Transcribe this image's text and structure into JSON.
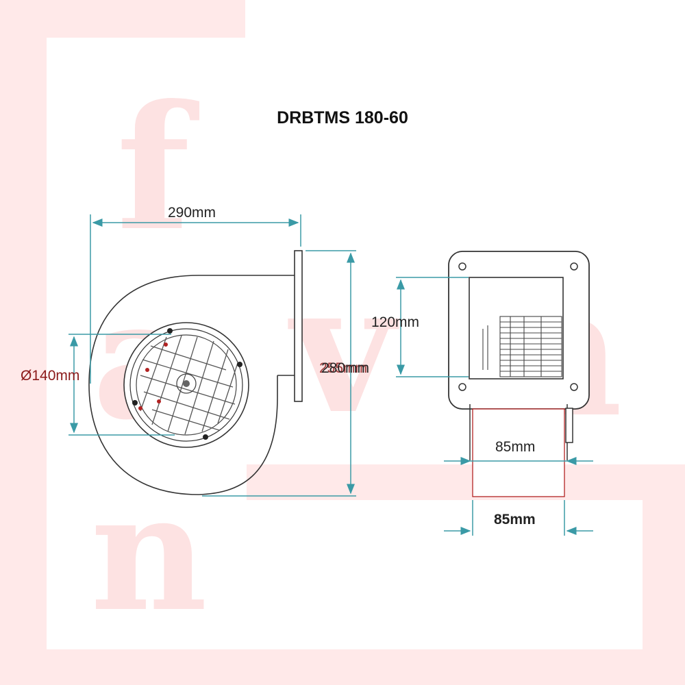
{
  "title": "DRBTMS 180-60",
  "watermark": {
    "letters": [
      "f",
      "a",
      "v",
      "n",
      "n"
    ],
    "color": "#fde2e2"
  },
  "dimensions": {
    "width": "290mm",
    "height": "280mm",
    "height_overlay": "255mm",
    "inlet_diameter": "Ø140mm",
    "outlet_height": "120mm",
    "outlet_width": "85mm",
    "base_width": "85mm"
  },
  "colors": {
    "dimension_line": "#3a9aa6",
    "outline": "#333333",
    "accent": "#b22222"
  }
}
